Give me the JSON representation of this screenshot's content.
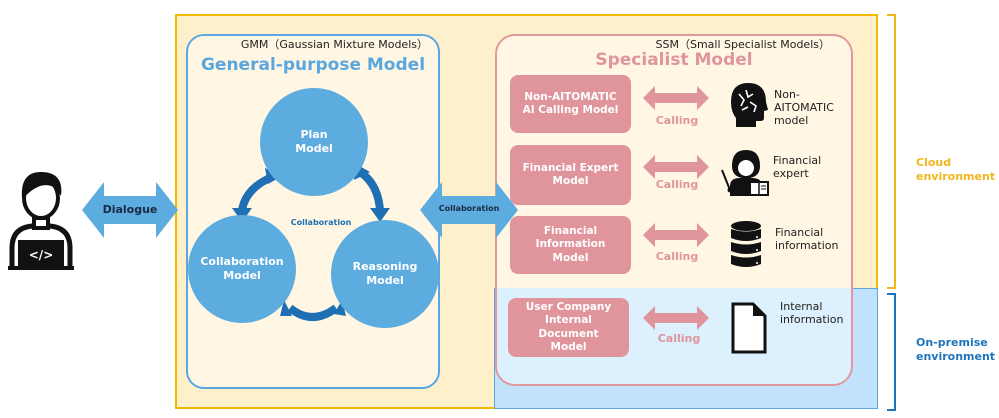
{
  "user": {
    "icon": "developer-with-laptop-icon",
    "dialogue_label": "Dialogue"
  },
  "gmm": {
    "caption": "GMM（Gaussian Mixture Models）",
    "title": "General-purpose Model",
    "models": {
      "plan": [
        "Plan",
        "Model"
      ],
      "collaboration": [
        "Collaboration",
        "Model"
      ],
      "reasoning": [
        "Reasoning",
        "Model"
      ]
    },
    "center_label": "Collaboration"
  },
  "bridge": {
    "label": "Collaboration"
  },
  "ssm": {
    "caption": "SSM（Small Specialist Models）",
    "title": "Specialist Model",
    "rows": [
      {
        "model": [
          "Non-AITOMATIC",
          "AI Calling Model"
        ],
        "arrow_label": "Calling",
        "target_icon": "brain-head-icon",
        "target": [
          "Non-",
          "AITOMATIC",
          "model"
        ]
      },
      {
        "model": [
          "Financial Expert",
          "Model"
        ],
        "arrow_label": "Calling",
        "target_icon": "teacher-expert-icon",
        "target": [
          "Financial",
          "expert"
        ]
      },
      {
        "model": [
          "Financial",
          "Information",
          "Model"
        ],
        "arrow_label": "Calling",
        "target_icon": "database-icon",
        "target": [
          "Financial",
          "information"
        ]
      },
      {
        "model": [
          "User Company",
          "Internal",
          "Document",
          "Model"
        ],
        "arrow_label": "Calling",
        "target_icon": "document-icon",
        "target": [
          "Internal",
          "information"
        ]
      }
    ]
  },
  "environments": {
    "cloud": [
      "Cloud",
      "environment"
    ],
    "onpremise": [
      "On-premise",
      "environment"
    ]
  },
  "colors": {
    "cloud_border": "#f5b800",
    "cloud_fill": "#fff0cc",
    "onprem_fill": "#c2e2fb",
    "gmm_blue": "#5dace0",
    "ssm_pink": "#e0959c",
    "cycle_arrow": "#1f6fb5"
  }
}
